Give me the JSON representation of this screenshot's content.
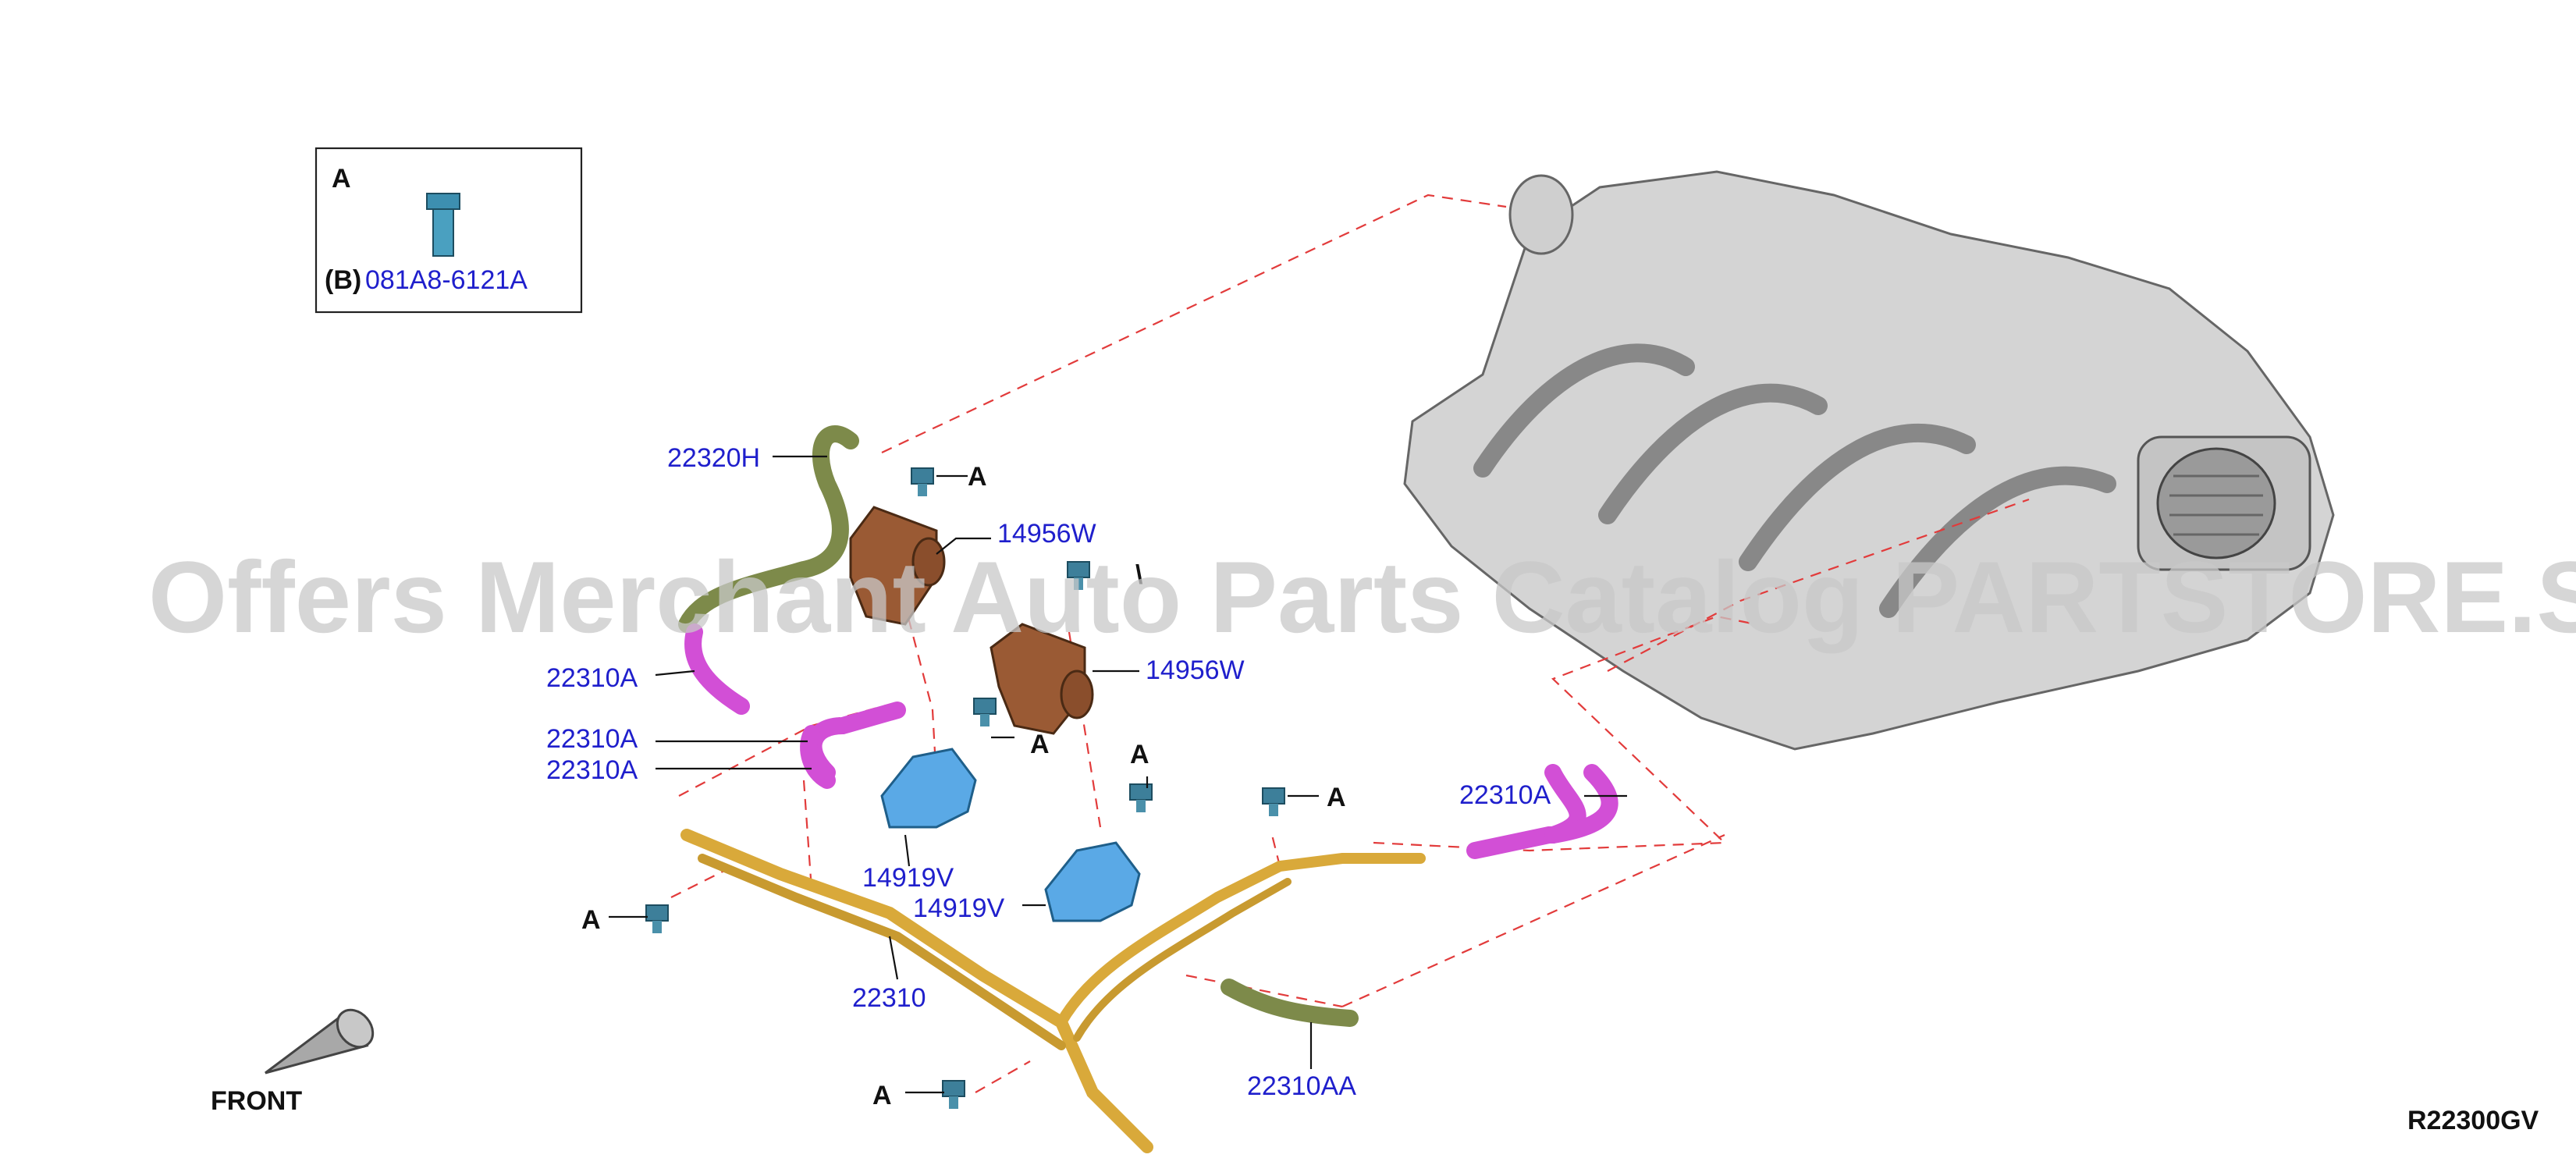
{
  "legend": {
    "letter": "A",
    "prefix": "(B)",
    "part": "081A8-6121A"
  },
  "labels": {
    "p22320H": "22320H",
    "p14956W_1": "14956W",
    "p14956W_2": "14956W",
    "p22310A_1": "22310A",
    "p22310A_2": "22310A",
    "p22310A_3": "22310A",
    "p22310A_4": "22310A",
    "p14919V_1": "14919V",
    "p14919V_2": "14919V",
    "p22310": "22310",
    "p22310AA": "22310AA"
  },
  "bolt_letters": {
    "a1": "A",
    "a2": "A",
    "a3": "A",
    "a4": "A",
    "a5": "A",
    "a6": "A"
  },
  "stray_mark": "\\",
  "front_label": "FRONT",
  "diagram_code": "R22300GV",
  "watermark": "Offers Merchant Auto Parts Catalog PARTSTORE.SA",
  "colors": {
    "part_label": "#1f1fcc",
    "dashed_leader": "#e23b3b",
    "hose_pink": "#d24fd6",
    "tube_gold": "#d9a93a",
    "hose_olive": "#7d8a4a",
    "solenoid_brown": "#9a5a34",
    "bracket_blue": "#5aa9e6",
    "manifold_gray": "#bdbdbd"
  }
}
